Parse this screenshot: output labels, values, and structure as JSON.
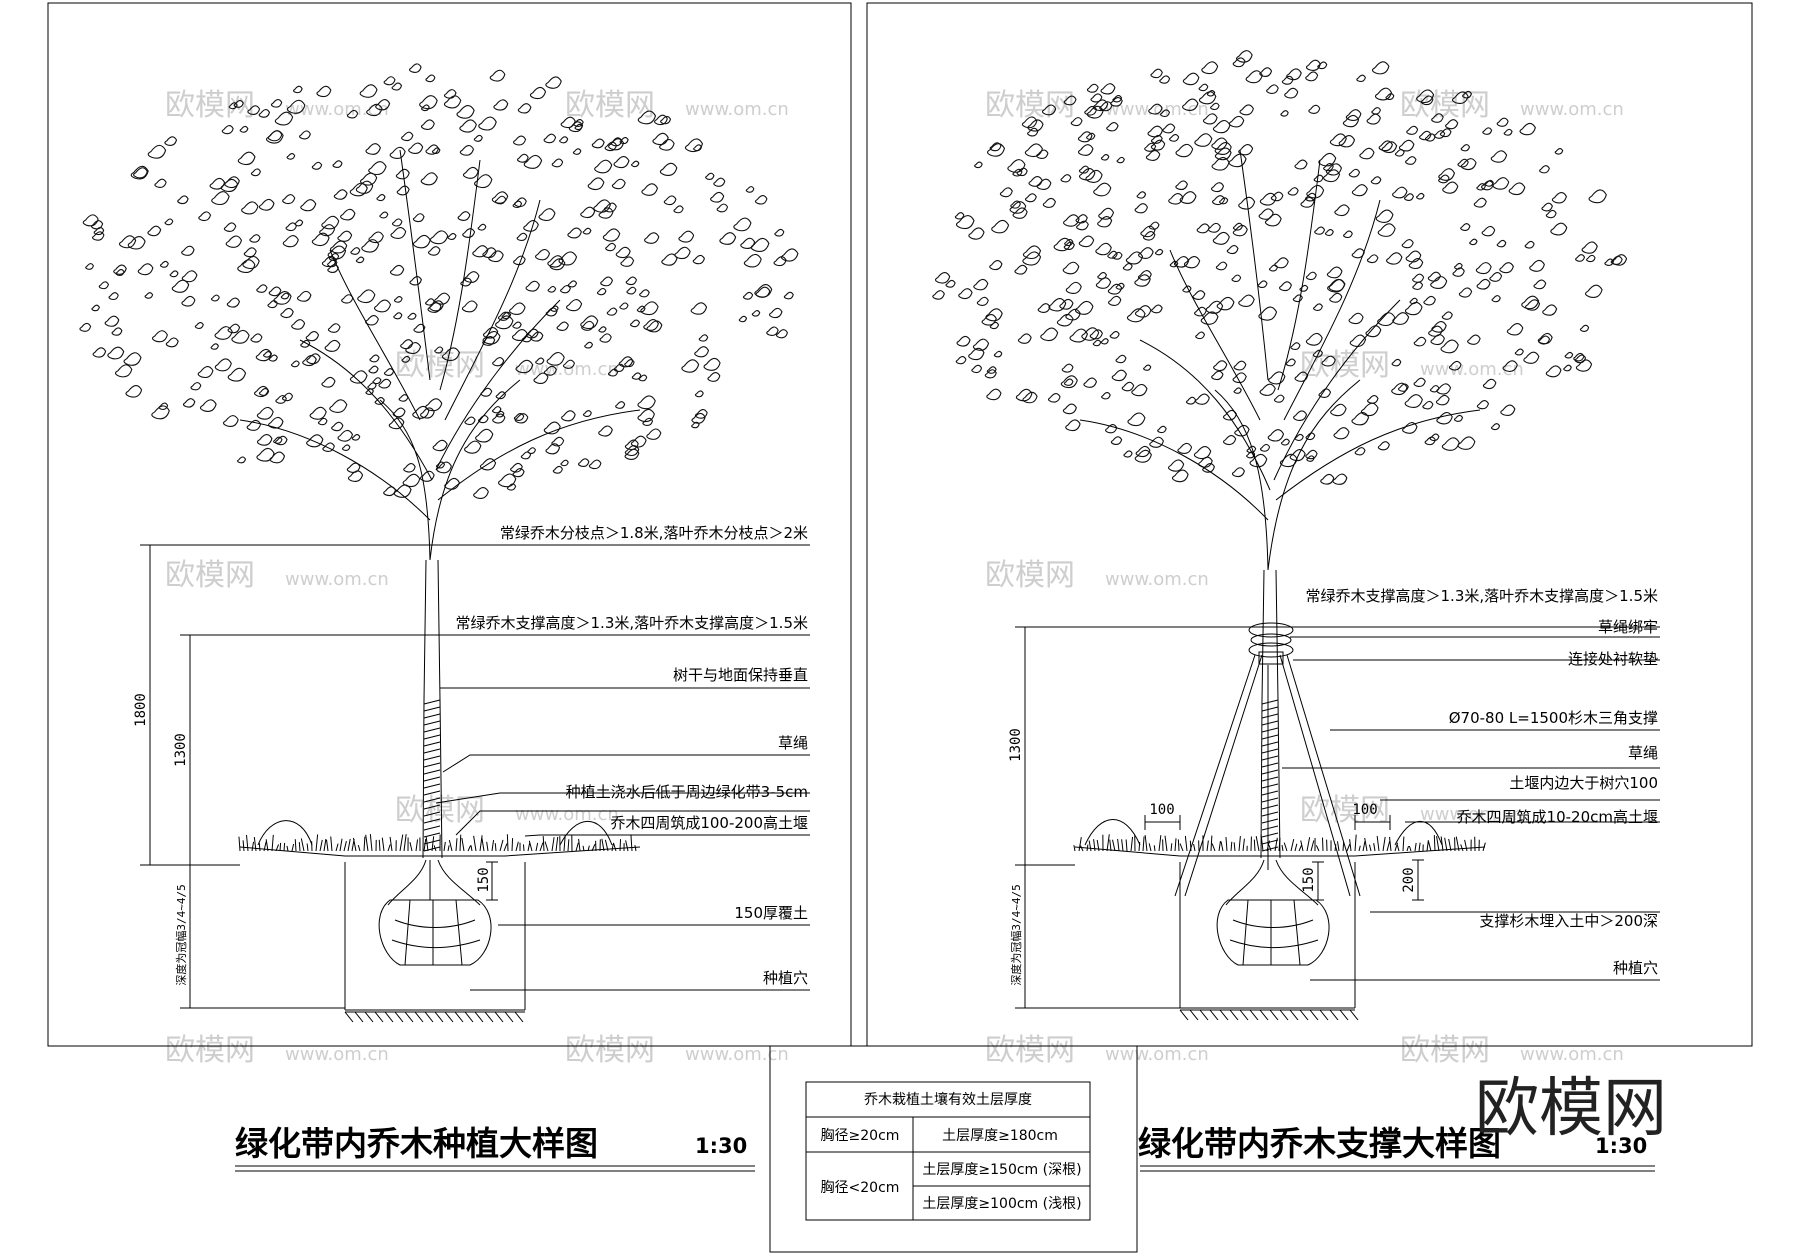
{
  "left_panel": {
    "annotations": [
      "常绿乔木分枝点＞1.8米,落叶乔木分枝点＞2米",
      "常绿乔木支撑高度＞1.3米,落叶乔木支撑高度＞1.5米",
      "树干与地面保持垂直",
      "草绳",
      "种植土浇水后低于周边绿化带3-5cm",
      "乔木四周筑成100-200高土堰",
      "150厚覆土",
      "种植穴"
    ],
    "dimensions": {
      "d1800": "1800",
      "d1300": "1300",
      "d150": "150",
      "root_depth": "深度为冠幅3/4~4/5"
    }
  },
  "right_panel": {
    "annotations": [
      "常绿乔木支撑高度＞1.3米,落叶乔木支撑高度＞1.5米",
      "草绳绑牢",
      "连接处衬软垫",
      "Ø70-80 L=1500杉木三角支撑",
      "草绳",
      "土堰内边大于树穴100",
      "乔木四周筑成10-20cm高土堰",
      "支撑杉木埋入土中＞200深",
      "种植穴"
    ],
    "dimensions": {
      "d1300": "1300",
      "d100a": "100",
      "d100b": "100",
      "d150": "150",
      "d200": "200",
      "root_depth": "深度为冠幅3/4~4/5"
    }
  },
  "titles": {
    "left": "绿化带内乔木种植大样图",
    "left_scale": "1:30",
    "right": "绿化带内乔木支撑大样图",
    "right_scale": "1:30"
  },
  "soil_table": {
    "header": "乔木栽植土壤有效土层厚度",
    "rows": [
      {
        "diameter": "胸径≥20cm",
        "depth": "土层厚度≥180cm"
      },
      {
        "diameter": "胸径<20cm",
        "depth": "土层厚度≥150cm (深根)"
      },
      {
        "diameter": "",
        "depth": "土层厚度≥100cm (浅根)"
      }
    ]
  },
  "watermark": {
    "brand": "欧模网",
    "url": "www.om.cn"
  }
}
